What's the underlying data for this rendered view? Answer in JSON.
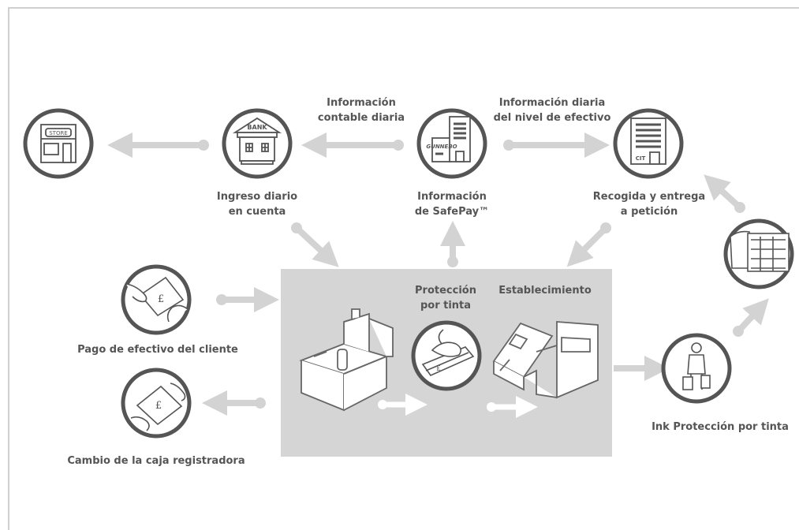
{
  "diagram": {
    "labels": {
      "info_contable_1": "Información",
      "info_contable_2": "contable diaria",
      "info_nivel_1": "Información diaria",
      "info_nivel_2": "del nivel de efectivo",
      "ingreso_1": "Ingreso diario",
      "ingreso_2": "en cuenta",
      "safepay_1": "Información",
      "safepay_2": "de SafePay™",
      "recogida_1": "Recogida y entrega",
      "recogida_2": "a petición",
      "proteccion_1": "Protección",
      "proteccion_2": "por tinta",
      "establecimiento": "Establecimiento",
      "pago": "Pago de efectivo del cliente",
      "cambio": "Cambio de la caja registradora",
      "ink": "Ink Protección por tinta"
    },
    "icon_text": {
      "store": "STORE",
      "bank": "BANK",
      "gunnebo": "GUNNEBO",
      "cit": "CIT",
      "pound": "£"
    },
    "colors": {
      "arrow": "#d3d3d3",
      "circle": "#555555",
      "box": "#d5d5d5",
      "label": "#555555"
    }
  }
}
